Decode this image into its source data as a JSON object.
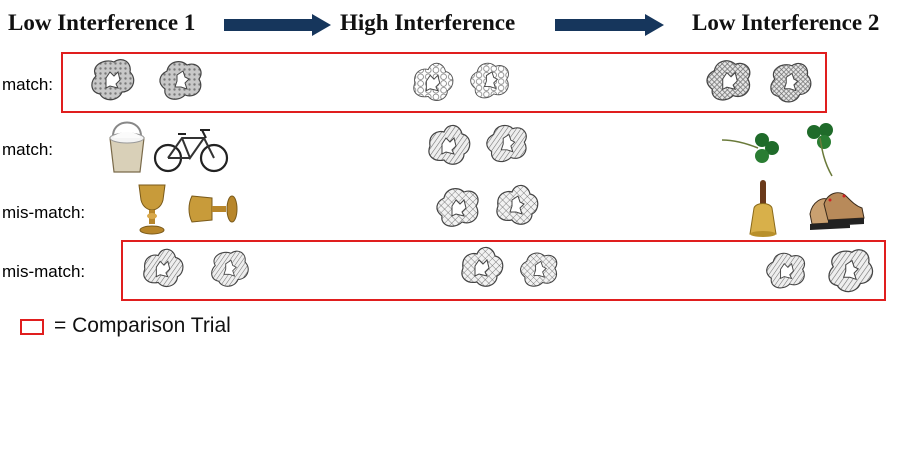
{
  "phases": {
    "low1": "Low Interference 1",
    "high": "High Interference",
    "low2": "Low Interference 2"
  },
  "rows": {
    "r1": "match:",
    "r2": "match:",
    "r3": "mis-match:",
    "r4": "mis-match:"
  },
  "legend": {
    "text": "= Comparison Trial"
  },
  "colors": {
    "frame": "#e01e1e",
    "arrow": "#16365c"
  },
  "icons": {
    "r2_low1": [
      "bucket-icon",
      "bicycle-icon"
    ],
    "r3_low1": [
      "goblet-icon",
      "tipped-goblet-icon"
    ],
    "r2_low2": [
      "shamrock-icon",
      "shamrock-icon"
    ],
    "r3_low2": [
      "bell-icon",
      "shoes-icon"
    ]
  }
}
